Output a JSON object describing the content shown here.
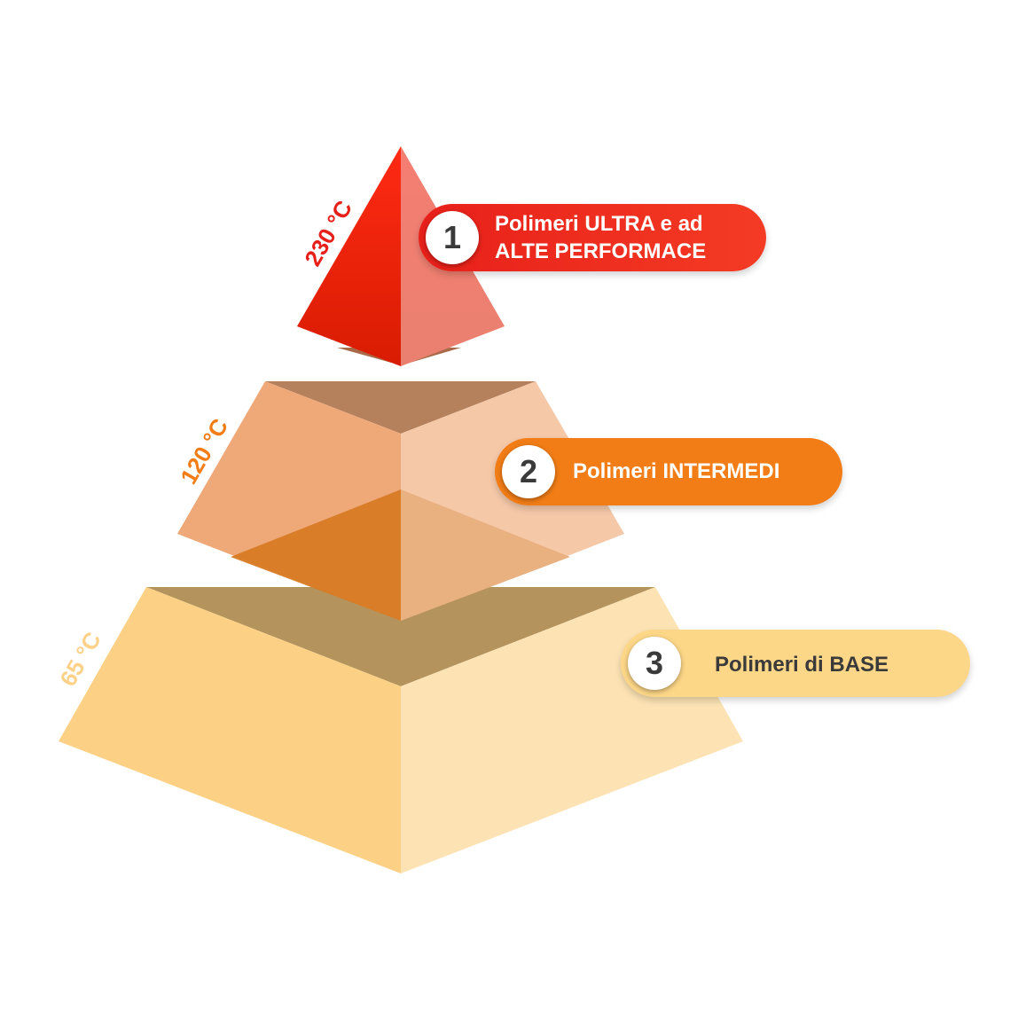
{
  "tiers": [
    {
      "number": "1",
      "label_line1": "Polimeri ULTRA e ad",
      "label_line2": "ALTE PERFORMACE",
      "temperature": "230 °C",
      "color": "#e8201a"
    },
    {
      "number": "2",
      "label_line1": "Polimeri INTERMEDI",
      "temperature": "120 °C",
      "color": "#f27d16"
    },
    {
      "number": "3",
      "label_line1": "Polimeri di BASE",
      "temperature": "65 °C",
      "color": "#fdd788"
    }
  ]
}
